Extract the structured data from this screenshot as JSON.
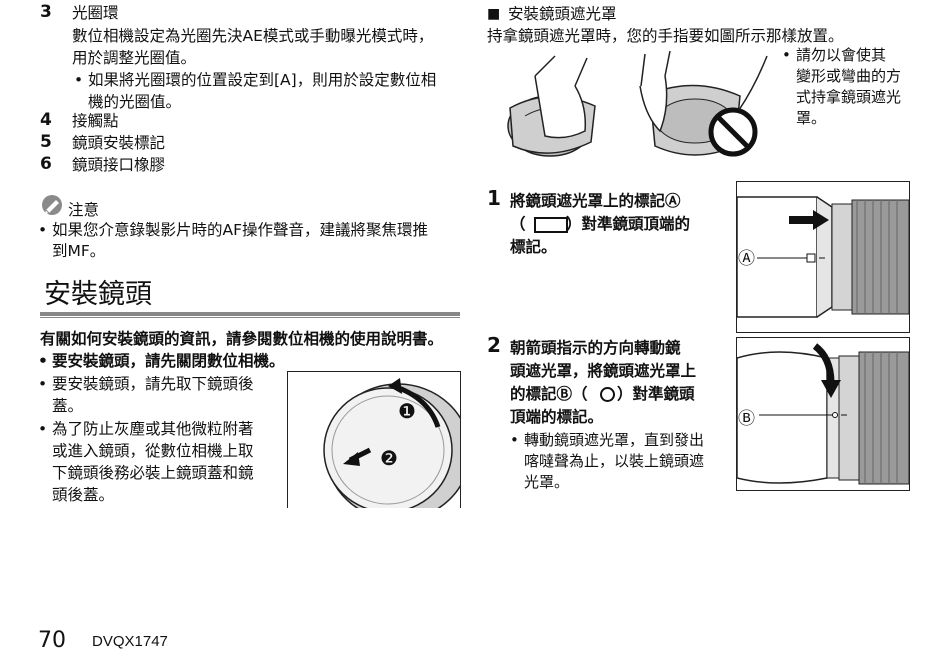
{
  "left": {
    "items": [
      {
        "num": "3",
        "label": "光圈環"
      },
      {
        "num": "4",
        "label": "接觸點"
      },
      {
        "num": "5",
        "label": "鏡頭安裝標記"
      },
      {
        "num": "6",
        "label": "鏡頭接口橡膠"
      }
    ],
    "item3_desc_1": "數位相機設定為光圈先決AE模式或手動曝光模式時，",
    "item3_desc_2": "用於調整光圈值。",
    "item3_bullet_1": "如果將光圈環的位置設定到[A]，則用於設定數位相",
    "item3_bullet_2": "機的光圈值。",
    "note_label": "注意",
    "note_text_1": "如果您介意錄製影片時的AF操作聲音，建議將聚焦環推",
    "note_text_2": "到MF。",
    "section_title": "安裝鏡頭",
    "intro": "有關如何安裝鏡頭的資訊，請參閱數位相機的使用說明書。",
    "bold_bullet": "要安裝鏡頭，請先關閉數位相機。",
    "bullet_a_1": "要安裝鏡頭，請先取下鏡頭後",
    "bullet_a_2": "蓋。",
    "bullet_b_1": "為了防止灰塵或其他微粒附著",
    "bullet_b_2": "或進入鏡頭，從數位相機上取",
    "bullet_b_3": "下鏡頭後務必裝上鏡頭蓋和鏡",
    "bullet_b_4": "頭後蓋。",
    "fig_marks": [
      "❶",
      "❷"
    ]
  },
  "right": {
    "heading_marker": "■",
    "heading": "安裝鏡頭遮光罩",
    "subtitle": "持拿鏡頭遮光罩時，您的手指要如圖所示那樣放置。",
    "warn_1": "請勿以會使其",
    "warn_2": "變形或彎曲的方",
    "warn_3": "式持拿鏡頭遮光",
    "warn_4": "罩。",
    "step1_num": "1",
    "step1_line1": "將鏡頭遮光罩上的標記Ⓐ",
    "step1_line2a": "（",
    "step1_line2b": "）對準鏡頭頂端的",
    "step1_line3": "標記。",
    "step2_num": "2",
    "step2_line1": "朝箭頭指示的方向轉動鏡",
    "step2_line2": "頭遮光罩，將鏡頭遮光罩上",
    "step2_line3": "的標記Ⓑ（",
    "step2_line3b": "）對準鏡頭",
    "step2_line4": "頂端的標記。",
    "step2_bullet_1": "轉動鏡頭遮光罩，直到發出",
    "step2_bullet_2": "喀噠聲為止，以裝上鏡頭遮",
    "step2_bullet_3": "光罩。",
    "label_a": "Ⓐ",
    "label_b": "Ⓑ"
  },
  "footer": {
    "page_number": "70",
    "doc_code": "DVQX1747"
  }
}
